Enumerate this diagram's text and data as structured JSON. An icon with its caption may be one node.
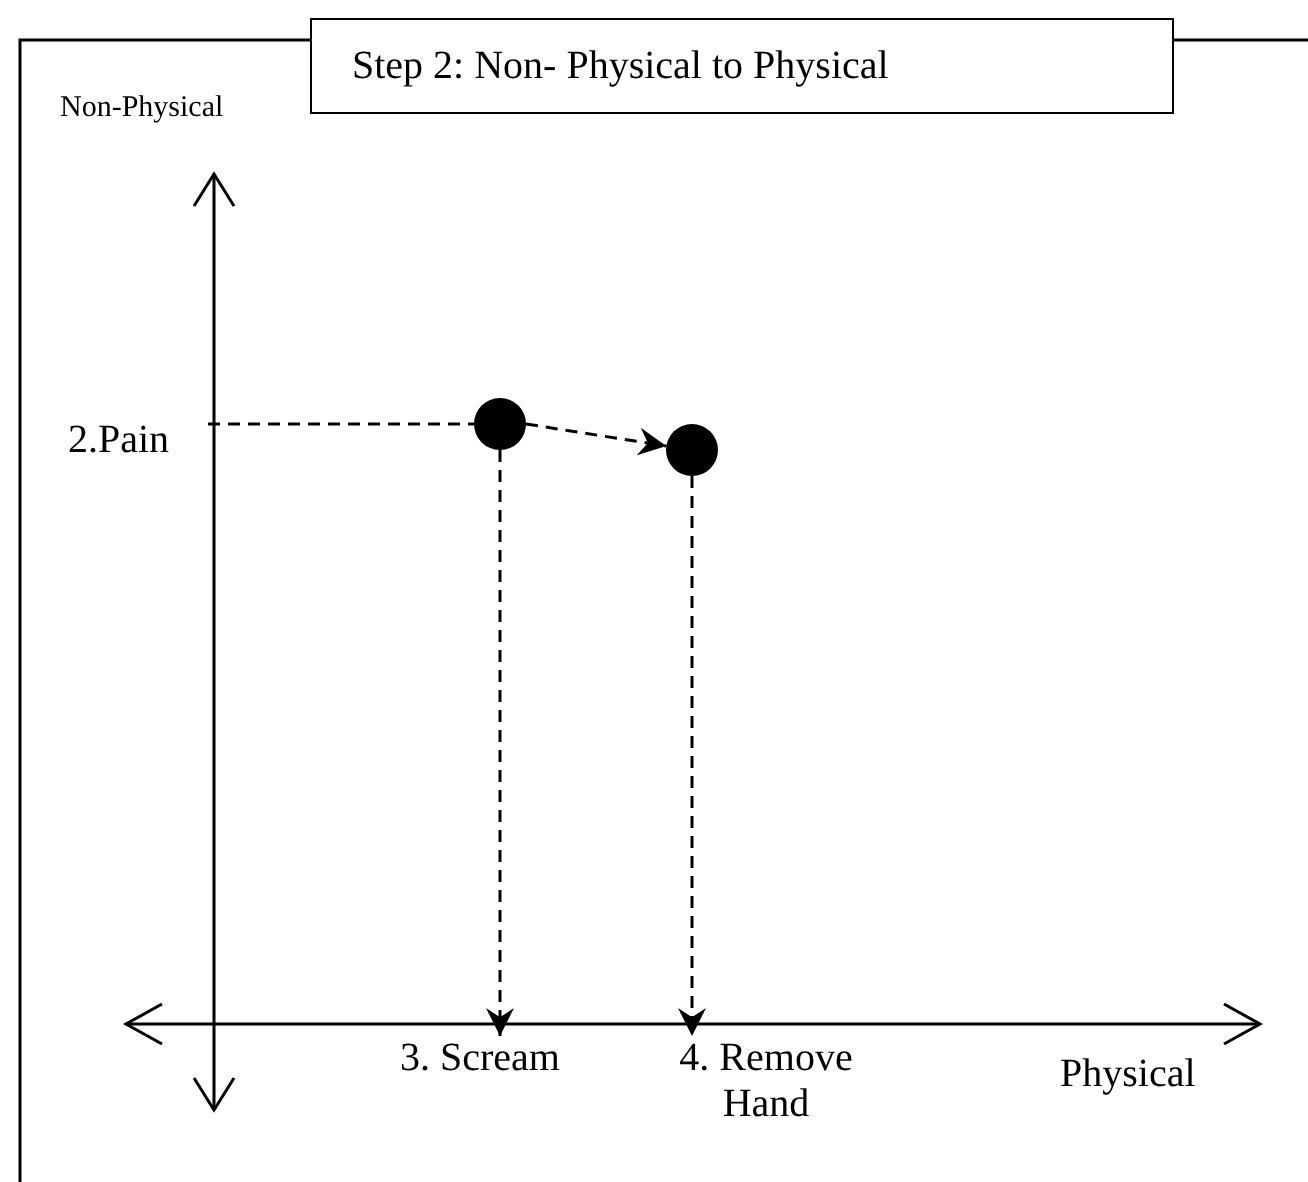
{
  "diagram": {
    "nodes": [
      {
        "text": [
          "Step 2: Non- Physical to Physical"
        ]
      },
      {
        "text": [
          "2.Pain"
        ]
      },
      {
        "text": [],
        "shape": "circle"
      },
      {
        "text": [],
        "shape": "circle"
      },
      {
        "text": [
          "3. Scream"
        ]
      },
      {
        "text": [
          "4. Remove Hand"
        ]
      }
    ],
    "edges": [
      {
        "from": 1,
        "to": 2,
        "arrow": "none",
        "style": "dashed"
      },
      {
        "from": 2,
        "to": 3,
        "arrow": "to",
        "style": "dashed"
      },
      {
        "from": 2,
        "to": 4,
        "arrow": "to",
        "style": "dashed"
      },
      {
        "from": 3,
        "to": 5,
        "arrow": "to",
        "style": "dashed"
      }
    ],
    "labels": [
      "Non-Physical",
      "Physical"
    ]
  }
}
